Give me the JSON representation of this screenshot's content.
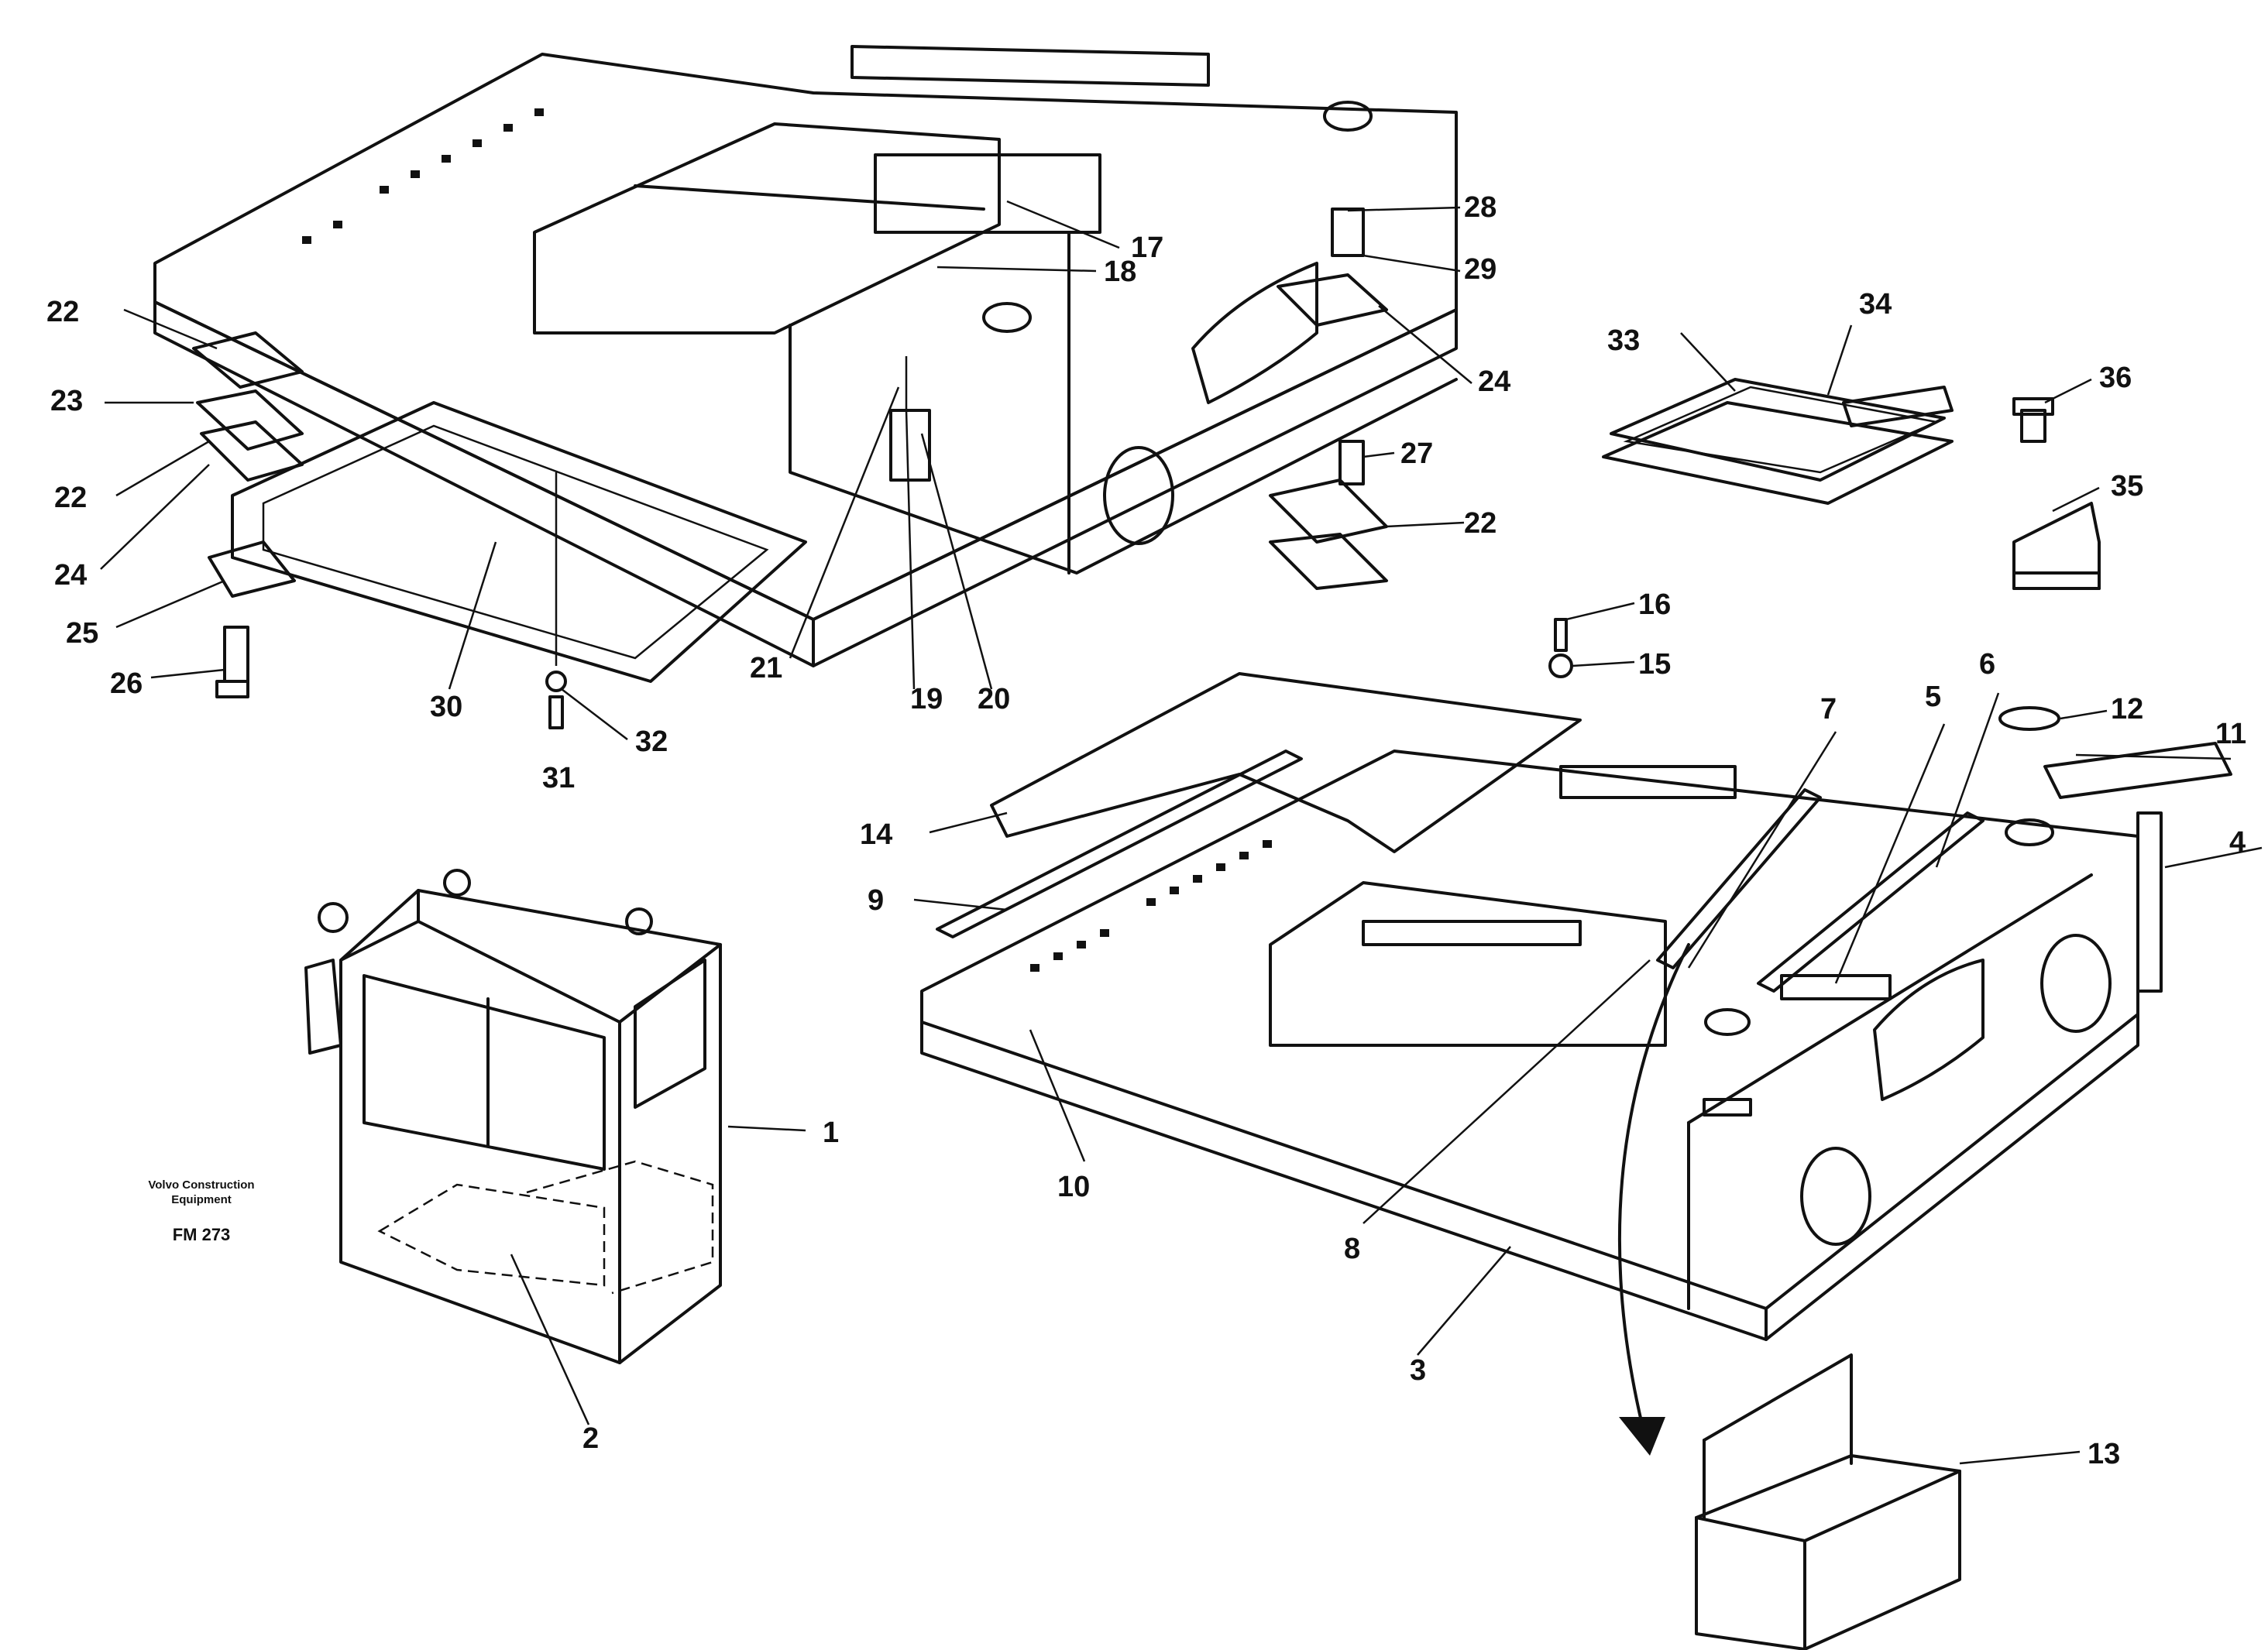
{
  "callouts": [
    "1",
    "2",
    "3",
    "4",
    "5",
    "6",
    "7",
    "8",
    "9",
    "10",
    "11",
    "12",
    "13",
    "14",
    "15",
    "16",
    "17",
    "18",
    "19",
    "20",
    "21",
    "22",
    "23",
    "24",
    "25",
    "26",
    "27",
    "28",
    "29",
    "30",
    "31",
    "32",
    "33",
    "34",
    "35",
    "36"
  ],
  "stamp": {
    "company": "Volvo Construction",
    "company_line2": "Equipment",
    "code": "FM 273"
  }
}
